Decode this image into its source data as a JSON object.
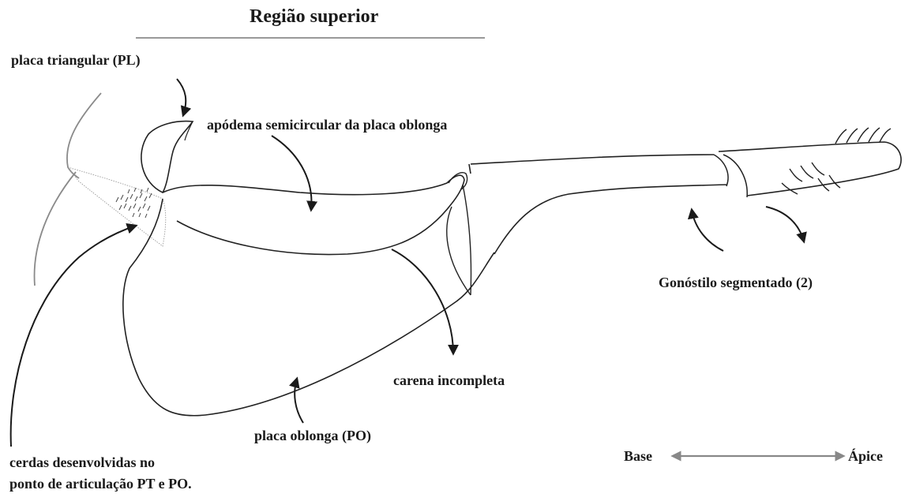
{
  "title": "Região superior",
  "labels": {
    "placa_triangular": "placa triangular (PL)",
    "apodema": "apódema semicircular da placa oblonga",
    "gonostilo": "Gonóstilo segmentado (2)",
    "carena": "carena incompleta",
    "placa_oblonga": "placa oblonga (PO)",
    "cerdas_line1": "cerdas desenvolvidas no",
    "cerdas_line2": "ponto de articulação PT e PO."
  },
  "orientation": {
    "base": "Base",
    "apice": "Ápice"
  },
  "colors": {
    "ink": "#1a1a1a",
    "outline": "#222222",
    "gray": "#8a8a8a",
    "title_rule": "#999999"
  }
}
